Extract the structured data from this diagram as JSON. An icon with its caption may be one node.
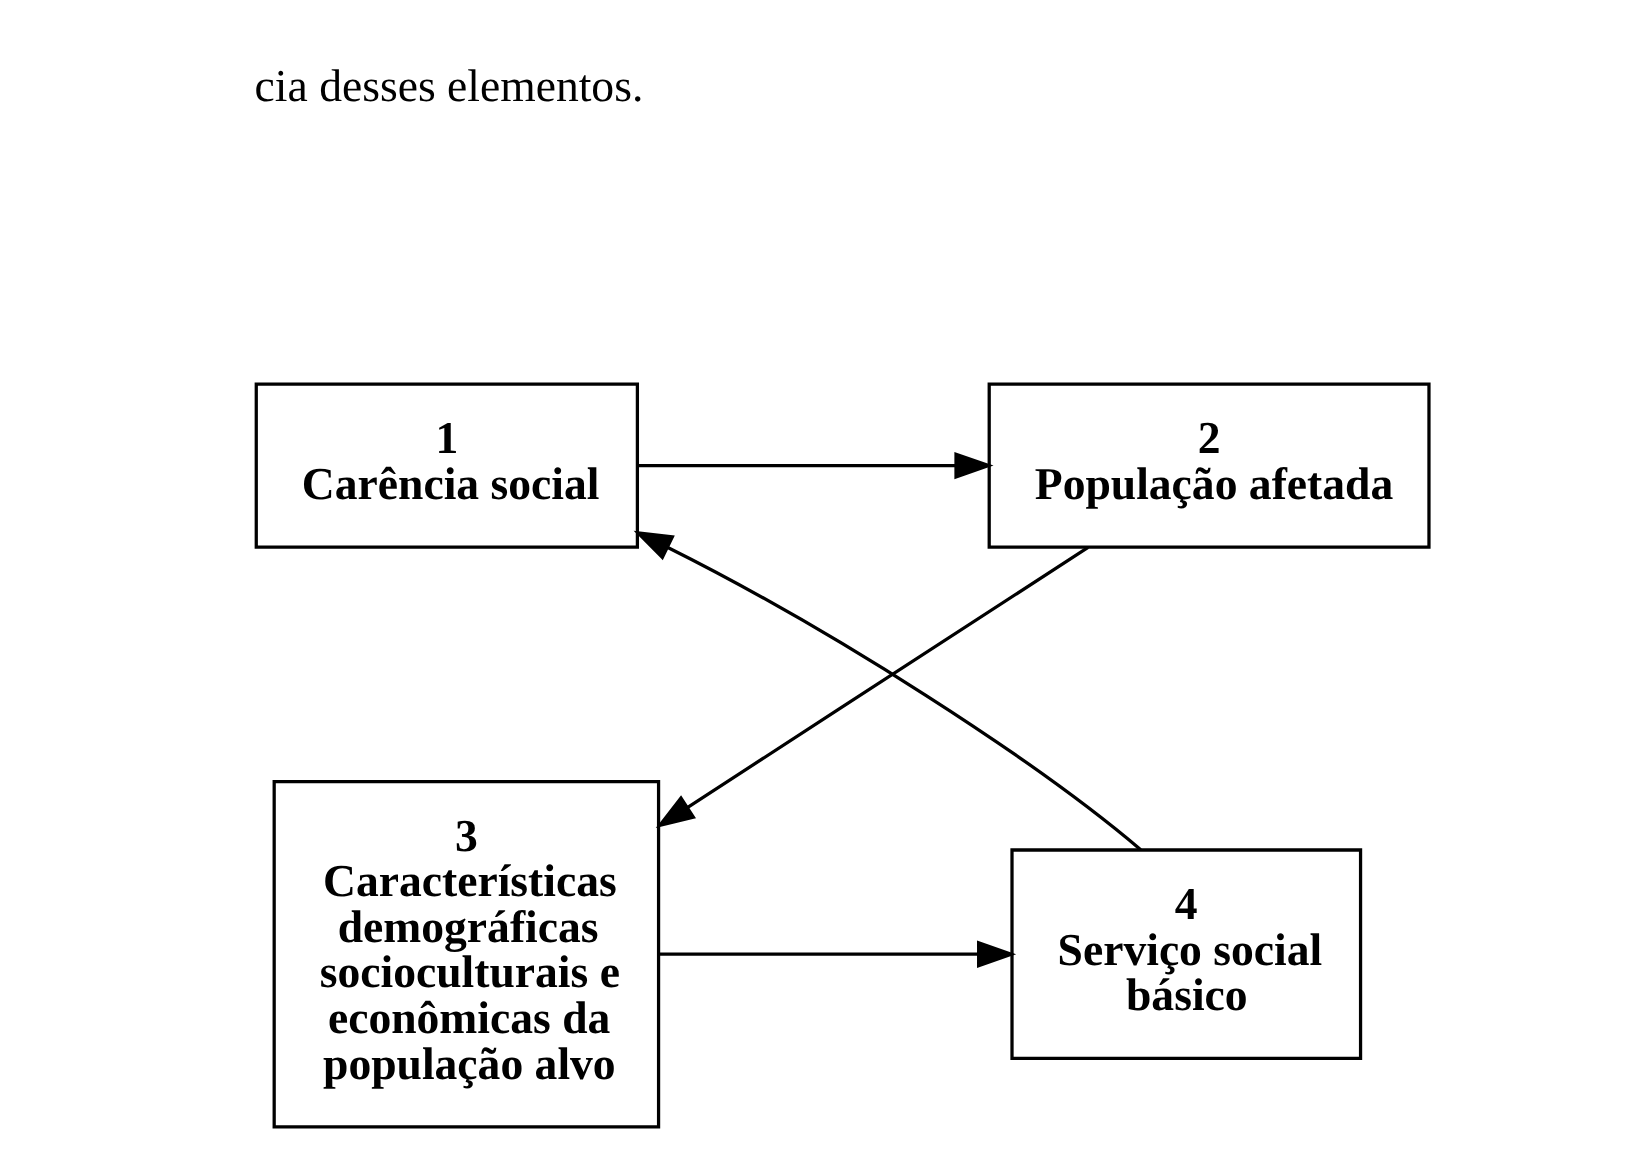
{
  "diagram": {
    "nodes": [
      {
        "text": [
          "1",
          "Carência social"
        ]
      },
      {
        "text": [
          "2",
          "População afetada"
        ]
      },
      {
        "text": [
          "3",
          "Características demográficas socioculturais e econômicas da população alvo"
        ]
      },
      {
        "text": [
          "4",
          "Serviço social básico"
        ]
      }
    ],
    "edges": [
      {
        "from": 0,
        "to": 1,
        "arrow": "to"
      },
      {
        "from": 1,
        "to": 2,
        "arrow": "to"
      },
      {
        "from": 2,
        "to": 3,
        "arrow": "to"
      },
      {
        "from": 3,
        "to": 0,
        "arrow": "to"
      }
    ],
    "labels": [
      "cia desses elementos."
    ]
  }
}
